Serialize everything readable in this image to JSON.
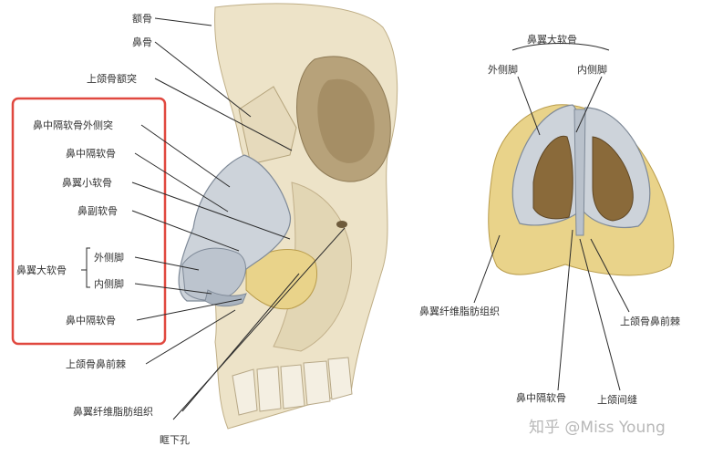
{
  "left_figure": {
    "labels": {
      "frontal_bone": "额骨",
      "nasal_bone": "鼻骨",
      "maxilla_frontal_process": "上颌骨额突",
      "septal_lateral_process": "鼻中隔软骨外侧突",
      "septal_cartilage_top": "鼻中隔软骨",
      "minor_alar_cartilage": "鼻翼小软骨",
      "accessory_cartilage": "鼻副软骨",
      "major_alar_cartilage": "鼻翼大软骨",
      "lateral_crus": "外侧脚",
      "medial_crus": "内侧脚",
      "septal_cartilage_bottom": "鼻中隔软骨",
      "anterior_nasal_spine": "上颌骨鼻前棘",
      "fibrofatty_tissue": "鼻翼纤维脂肪组织",
      "infraorbital_foramen": "眶下孔"
    },
    "highlight_color": "#e0483f"
  },
  "right_figure": {
    "labels": {
      "major_alar_cartilage": "鼻翼大软骨",
      "lateral_crus": "外侧脚",
      "medial_crus": "内侧脚",
      "fibrofatty_tissue": "鼻翼纤维脂肪组织",
      "anterior_nasal_spine": "上颌骨鼻前棘",
      "septal_cartilage": "鼻中隔软骨",
      "intermaxillary_suture": "上颌间缝"
    }
  },
  "watermark": "知乎 @Miss Young",
  "colors": {
    "bone": "#ede3c8",
    "cartilage": "#cdd3da",
    "fat": "#e9d38a",
    "cavity": "#8a6a3a"
  }
}
